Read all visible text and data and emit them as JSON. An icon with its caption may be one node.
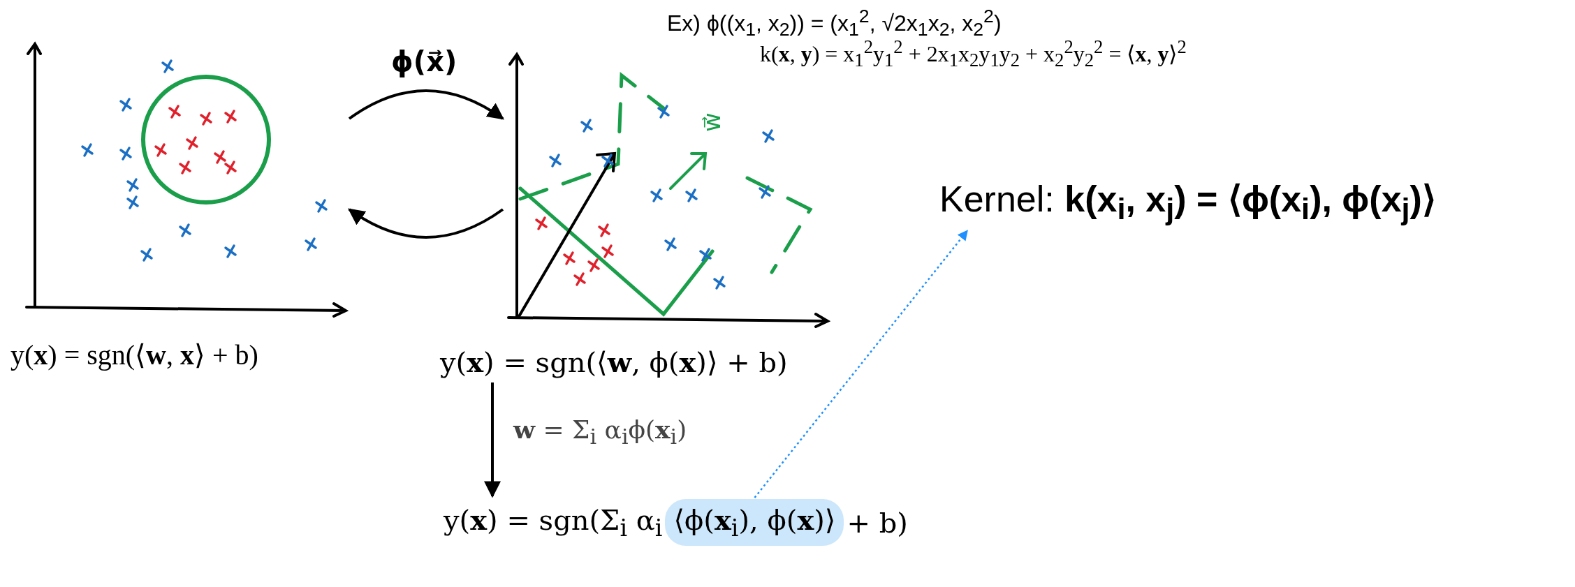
{
  "diagram": {
    "nodes": [
      {
        "text": [],
        "shape": "picture"
      },
      {
        "text": [],
        "shape": "picture"
      },
      {
        "text": [
          "y(**x**) = sgn(⟨**w**, ϕ(**x**)⟩ + b)"
        ]
      },
      {
        "text": [
          "y(**x**) = sgn(Σ$_{i}$ α$_{i}$",
          "+ b)"
        ]
      },
      {
        "text": [
          "⟨ϕ(**x**$_{i}$), ϕ(**x**)⟩"
        ],
        "in": 3
      },
      {
        "text": [
          "Kernel: **k(x$_{i}$, x$_{j}$) = ⟨ϕ(x$_{i}$), ϕ(x$_{j}$)⟩**"
        ]
      }
    ],
    "edges": [
      {
        "from": 0,
        "to": 1,
        "arrow": "to",
        "label": "ϕ(x⃗)"
      },
      {
        "from": 1,
        "to": 0,
        "arrow": "to"
      },
      {
        "from": 2,
        "to": 3,
        "arrow": "to",
        "label": "**w** = Σ$_{i}$ α$_{i}$ϕ(**x**$_{i}$)"
      },
      {
        "from": 4,
        "to": 5,
        "arrow": "to",
        "style": "dashed",
        "color": "#1e90ff"
      }
    ],
    "labels": [
      "Ex) ϕ((x$_{1}$, x$_{2}$)) = (x$_{1}$$^{2}$, √2x$_{1}$x$_{2}$, x$_{2}$$^{2}$)",
      "k(**x**, **y**) = x$_{1}$$^{2}$y$_{1}$$^{2}$ + 2x$_{1}$x$_{2}$y$_{1}$y$_{2}$ + x$_{2}$$^{2}$y$_{2}$$^{2}$ = ⟨**x**, **y**⟩$^{2}$",
      "w⃗",
      "y(**x**) = sgn(⟨**w**, **x**⟩ + b)"
    ]
  }
}
